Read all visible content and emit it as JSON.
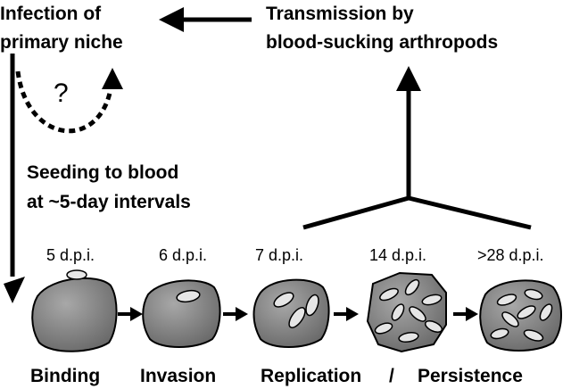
{
  "labels": {
    "infection_line1": "Infection of",
    "infection_line2": "primary niche",
    "transmission_line1": "Transmission by",
    "transmission_line2": "blood-sucking arthropods",
    "question_mark": "?",
    "seeding_line1": "Seeding to blood",
    "seeding_line2": "at ~5-day intervals"
  },
  "stages": [
    {
      "dpi": "5 d.p.i.",
      "label": "Binding"
    },
    {
      "dpi": "6 d.p.i.",
      "label": "Invasion"
    },
    {
      "dpi": "7 d.p.i.",
      "label": "Replication"
    },
    {
      "dpi": "14 d.p.i.",
      "label": ""
    },
    {
      "dpi": ">28 d.p.i.",
      "label": "Persistence"
    }
  ],
  "separator": "/",
  "colors": {
    "ink": "#000000",
    "cell_fill": "#8a8a8a",
    "cell_shade": "#6e6e6e",
    "bacterium_fill": "#e6e6e6"
  }
}
